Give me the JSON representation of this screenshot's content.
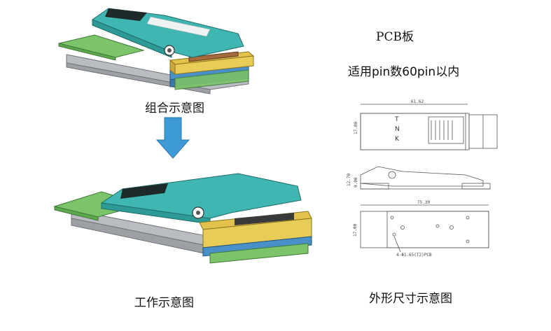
{
  "header": {
    "title": "PCB板",
    "subtitle": "适用pin数60pin以内"
  },
  "captions": {
    "assembly": "组合示意图",
    "working": "工作示意图",
    "dimensions": "外形尺寸示意图"
  },
  "drawing": {
    "top_view": {
      "width_dim": "61.62",
      "height_dim": "17.00",
      "marks": [
        "T",
        "N",
        "K"
      ]
    },
    "side_view": {
      "h1": "12.70",
      "h2": "9.00"
    },
    "bottom_view": {
      "width_dim": "75.30",
      "height_dim": "17.00",
      "note": "4-Φ1.65(T2)PCB"
    }
  },
  "colors": {
    "teal": "#3fb6b2",
    "yellow": "#e2c24a",
    "blue": "#4a90c8",
    "green_plate": "#7cc46a",
    "brown": "#a66a3c",
    "gray_base": "#b9bcc0",
    "arrow": "#3e9ad6"
  }
}
